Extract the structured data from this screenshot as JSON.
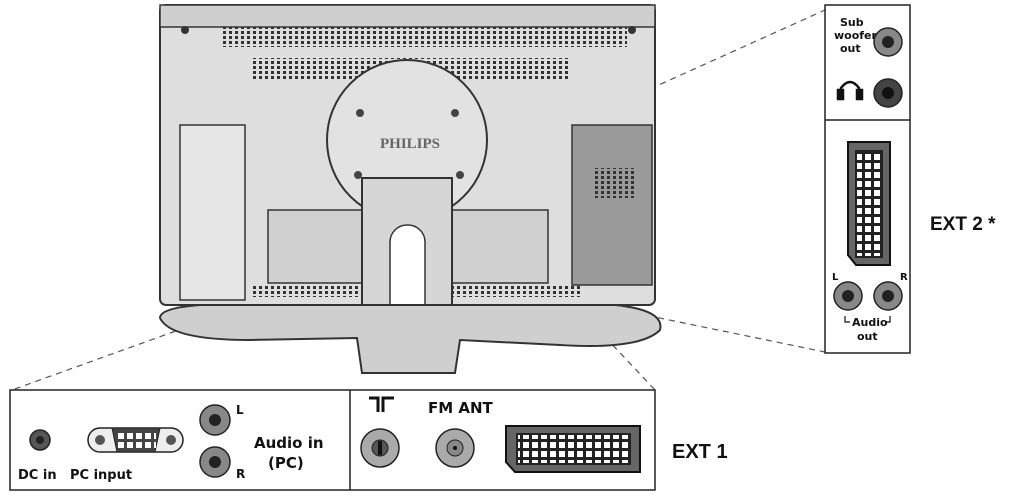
{
  "tv": {
    "brand": "PHILIPS"
  },
  "bottom_panel": {
    "dc_in_label": "DC in",
    "pc_input_label": "PC input",
    "audio_in_left": "L",
    "audio_in_right": "R",
    "audio_in_label_line1": "Audio in",
    "audio_in_label_line2": "(PC)",
    "fm_ant_label": "FM ANT",
    "ext1_label": "EXT 1"
  },
  "side_panel": {
    "subwoofer_line1": "Sub",
    "subwoofer_line2": "woofer",
    "subwoofer_line3": "out",
    "audio_out_left": "L",
    "audio_out_right": "R",
    "audio_out_line1": "Audio",
    "audio_out_line2": "out",
    "ext2_label": "EXT 2 *"
  }
}
